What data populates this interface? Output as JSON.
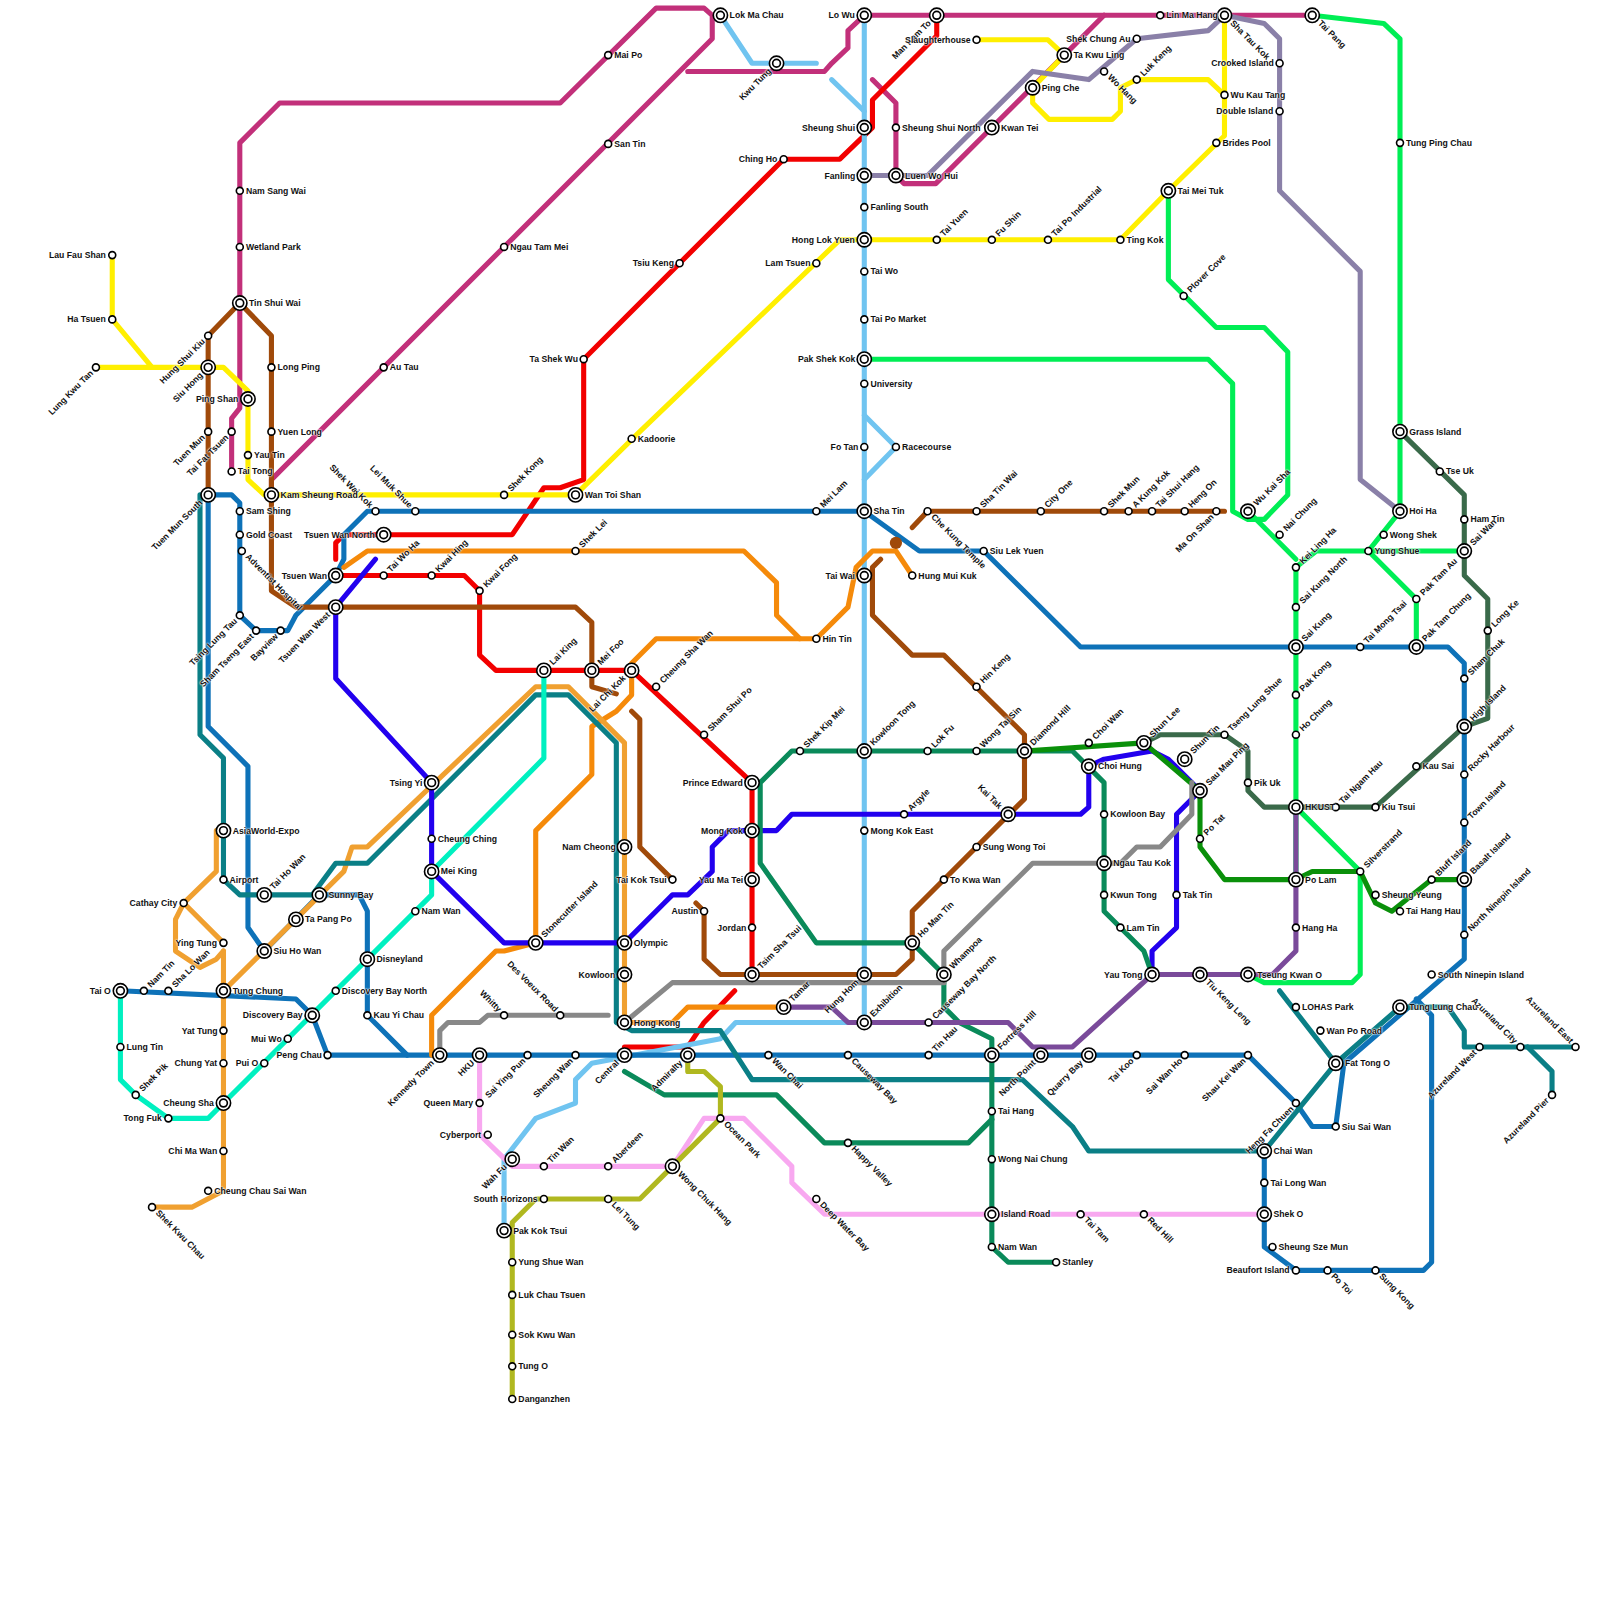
{
  "diagram": {
    "labels": [
      "Lok Ma Chau",
      "Mai Po",
      "San Tin",
      "Kwu Tung",
      "Lo Wu",
      "Man Kam To",
      "Slaughterhouse",
      "Ta Kwu Ling",
      "Shek Chung Au",
      "Lin Ma Hang",
      "Sha Tau Kok",
      "Tai Pang",
      "Luk Keng",
      "Wo Hang",
      "Ping Che",
      "Kwan Tei",
      "Crooked Island",
      "Wu Kau Tang",
      "Double Island",
      "Brides Pool",
      "Tai Mei Tuk",
      "Tung Ping Chau",
      "Sheung Shui",
      "Sheung Shui North",
      "Ching Ho",
      "Fanling",
      "Luen Wo Hui",
      "Fanling South",
      "Hong Lok Yuen",
      "Tai Yuen",
      "Fu Shin",
      "Tai Po Industrial",
      "Ting Kok",
      "Lam Tsuen",
      "Tai Wo",
      "Tsiu Keng",
      "Tai Po Market",
      "Plover Cove",
      "Pak Shek Kok",
      "University",
      "Ta Shek Wu",
      "Fo Tan",
      "Racecourse",
      "Kadoorie",
      "Grass Island",
      "Tse Uk",
      "Hoi Ha",
      "Ham Tin",
      "Wong Shek",
      "Sai Wan",
      "Yung Shue",
      "Pak Tam Au",
      "Pak Tam Chung",
      "Long Ke",
      "Tai Mong Tsai",
      "Sham Chuk",
      "High Island",
      "Rocky Harbour",
      "Town Island",
      "Basalt Island",
      "North Ninepin Island",
      "South Ninepin Island",
      "Kau Sai",
      "Kiu Tsui",
      "Tai Ngam Hau",
      "Bluff Island",
      "Tai Hang Hau",
      "Sheung Yeung",
      "Silverstrand",
      "Sha Tin",
      "Mei Lam",
      "Che Kung Temple",
      "Sha Tin Wai",
      "City One",
      "Shek Mun",
      "A Kung Kok",
      "Tai Shui Hang",
      "Heng On",
      "Ma On Shan",
      "Wu Kai Sha",
      "Nai Chung",
      "Kei Ling Ha",
      "Sai Kung North",
      "Sai Kung",
      "Pak Kong",
      "Ho Chung",
      "HKUST",
      "Po Lam",
      "Hang Ha",
      "Tseung Kwan O",
      "LOHAS Park",
      "Wan Po Road",
      "Fat Tong O",
      "Siu Sai Wan",
      "Tung Lung Chau",
      "Azureland West",
      "Azureland City",
      "Azureland East",
      "Azureland Pier",
      "Chai Wan",
      "Heng Fa Chuen",
      "Tai Long Wan",
      "Shek O",
      "Sheung Sze Mun",
      "Beaufort Island",
      "Po Toi",
      "Sung Kong",
      "Siu Lek Yuen",
      "Tai Wai",
      "Hung Mui Kuk",
      "Hin Tin",
      "Hin Keng",
      "Shek Kip Mei",
      "Kowloon Tong",
      "Lok Fu",
      "Wong Tai Sin",
      "Diamond Hill",
      "Choi Wan",
      "Shun Lee",
      "Shun Tin",
      "Tseng Lung Shue",
      "Sau Mau Ping",
      "Pik Uk",
      "Po Tat",
      "Choi Hung",
      "Kowloon Bay",
      "Ngau Tau Kok",
      "Kwun Tong",
      "Lam Tin",
      "Tak Tin",
      "Yau Tong",
      "Tiu Keng Leng",
      "Kai Tak",
      "Sung Wong Toi",
      "To Kwa Wan",
      "Ho Man Tin",
      "Whampoa",
      "Argyle",
      "Mong Kok East",
      "Prince Edward",
      "Mong Kok",
      "Yau Ma Tei",
      "Jordan",
      "Tsim Sha Tsui",
      "Tamar",
      "Hung Hom",
      "Exhibition",
      "Causeway Bay North",
      "Tin Hau",
      "Fortress Hill",
      "North Point",
      "Quarry Bay",
      "Tai Koo",
      "Sai Wan Ho",
      "Shau Kei Wan",
      "Causeway Bay",
      "Wan Chai",
      "Admiralty",
      "Central",
      "Sheung Wan",
      "Sai Ying Pun",
      "HKU",
      "Kennedy Town",
      "Whitty",
      "Des Voeux Road",
      "Hong Kong",
      "Kowloon",
      "Olympic",
      "Tai Kok Tsui",
      "Nam Cheong",
      "Austin",
      "Sham Shui Po",
      "Cheung Sha Wan",
      "Lai Chi Kok",
      "Mei Foo",
      "Lai King",
      "Kwai Fong",
      "Kwai Hing",
      "Tai Wo Ha",
      "Tsuen Wan",
      "Tsuen Wan North",
      "Tsuen Wan West",
      "Shek Wai Kok",
      "Lei Muk Shue",
      "Shek Kong",
      "Wan Toi Shan",
      "Shek Lei",
      "Ngau Tam Mei",
      "Au Tau",
      "Kam Sheung Road",
      "Yuen Long",
      "Long Ping",
      "Tin Shui Wai",
      "Nam Sang Wai",
      "Wetland Park",
      "Hung Shui Kiu",
      "Siu Hong",
      "Ping Shan",
      "Tuen Mun",
      "Tai Fat Tsuen",
      "Yau Tin",
      "Tai Tong",
      "Tuen Mun South",
      "Lau Fau Shan",
      "Ha Tsuen",
      "Lung Kwu Tan",
      "Sam Shing",
      "Gold Coast",
      "Adventist Hospital",
      "Bayview",
      "Tsing Lung Tau",
      "Sham Tseng East",
      "Tsing Yi",
      "Cheung Ching",
      "Mei King",
      "Nam Wan",
      "Stonecutter Island",
      "AsiaWorld-Expo",
      "Airport",
      "Tai Ho Wan",
      "Sunny Bay",
      "Ta Pang Po",
      "Siu Ho Wan",
      "Cathay City",
      "Ying Tung",
      "Disneyland",
      "Discovery Bay North",
      "Kau Yi Chau",
      "Discovery Bay",
      "Mui Wo",
      "Peng Chau",
      "Pui O",
      "Tai O",
      "Nam Tin",
      "Sha Lo Wan",
      "Tung Chung",
      "Yat Tung",
      "Chung Yat",
      "Cheung Sha",
      "Chi Ma Wan",
      "Cheung Chau Sai Wan",
      "Shek Kwu Chau",
      "Lung Tin",
      "Shek Pik",
      "Tong Fuk",
      "Queen Mary",
      "Cyberport",
      "Wah Fu",
      "Tin Wan",
      "Aberdeen",
      "Wong Chuk Hang",
      "South Horizons",
      "Lei Tung",
      "Pak Kok Tsui",
      "Yung Shue Wan",
      "Luk Chau Tsuen",
      "Sok Kwu Wan",
      "Tung O",
      "Danganzhen",
      "Ocean Park",
      "Deep Water Bay",
      "Happy Valley",
      "Tai Hang",
      "Wong Nai Chung",
      "Island Road",
      "Nam Wan",
      "Stanley",
      "Tai Tam",
      "Red Hill"
    ]
  }
}
